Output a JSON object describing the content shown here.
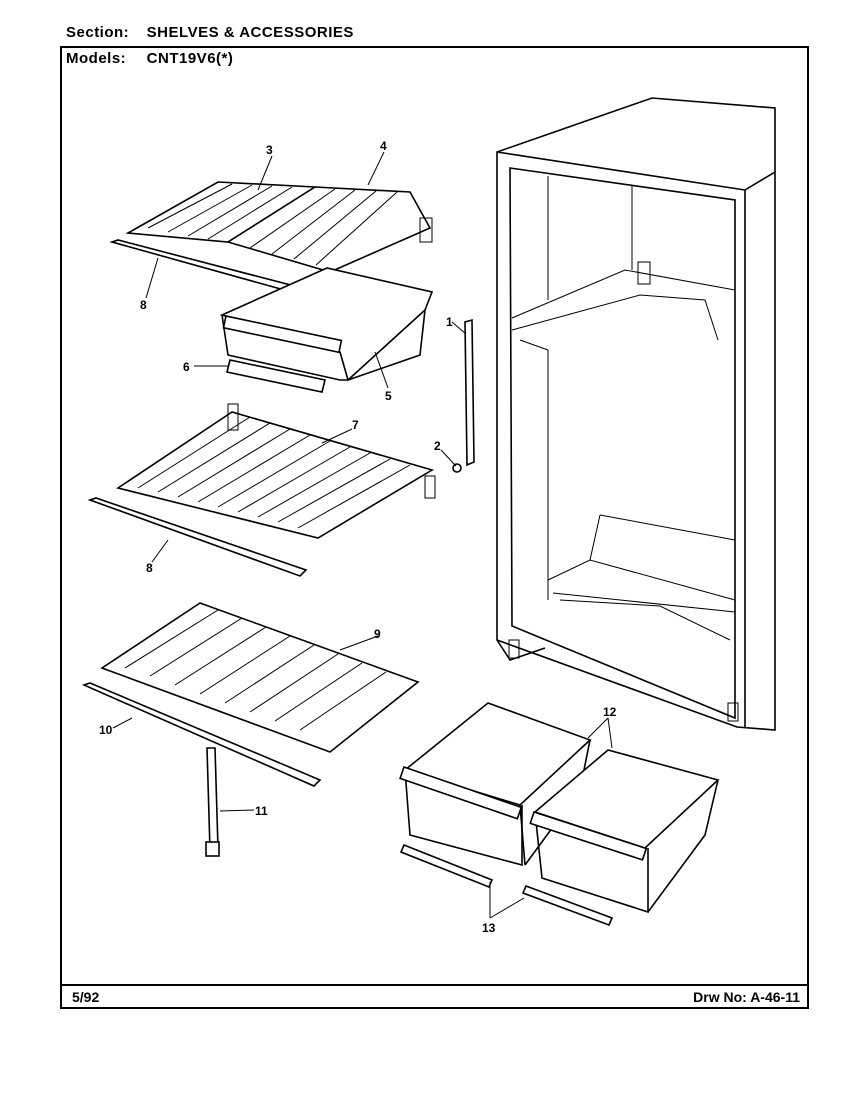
{
  "header": {
    "section_label": "Section:",
    "section_value": "SHELVES & ACCESSORIES",
    "models_label": "Models:",
    "models_value": "CNT19V6(*)"
  },
  "footer": {
    "date": "5/92",
    "drawing_number": "Drw No: A-46-11"
  },
  "callouts": {
    "c1": "1",
    "c2": "2",
    "c3": "3",
    "c4": "4",
    "c5": "5",
    "c6": "6",
    "c7": "7",
    "c8a": "8",
    "c8b": "8",
    "c9": "9",
    "c10": "10",
    "c11": "11",
    "c12": "12",
    "c13": "13"
  }
}
